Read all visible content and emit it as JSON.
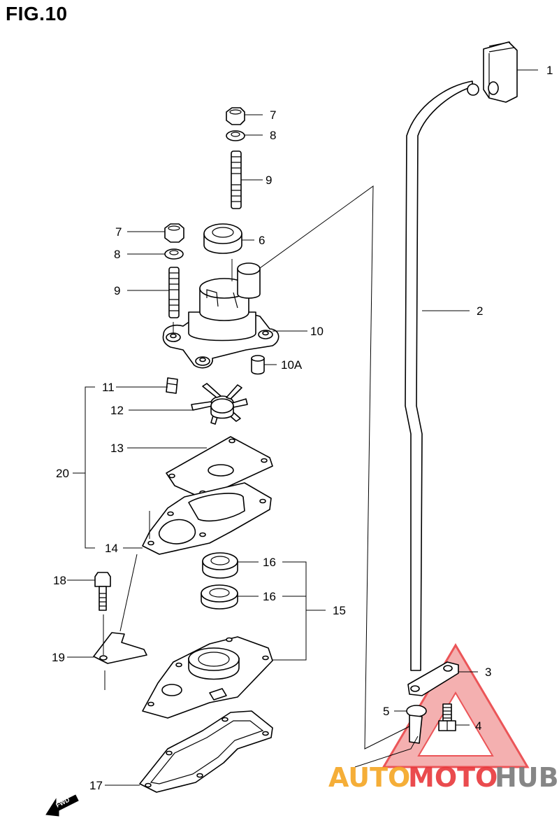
{
  "figure": {
    "title": "FIG.10"
  },
  "callouts": {
    "c1": "1",
    "c2": "2",
    "c3": "3",
    "c4": "4",
    "c5": "5",
    "c6": "6",
    "c7a": "7",
    "c8a": "8",
    "c9a": "9",
    "c7b": "7",
    "c8b": "8",
    "c9b": "9",
    "c10": "10",
    "c10a": "10A",
    "c11": "11",
    "c12": "12",
    "c13": "13",
    "c14": "14",
    "c15": "15",
    "c16a": "16",
    "c16b": "16",
    "c17": "17",
    "c18": "18",
    "c19": "19",
    "c20": "20"
  },
  "direction_arrow": {
    "label": "FWD"
  },
  "watermark": {
    "part1": "AUTO",
    "part2": "MOTO",
    "part3": "HUB",
    "color_red": "#e8383b",
    "color_orange": "#f5a623",
    "color_gray": "#7a7a7a"
  }
}
